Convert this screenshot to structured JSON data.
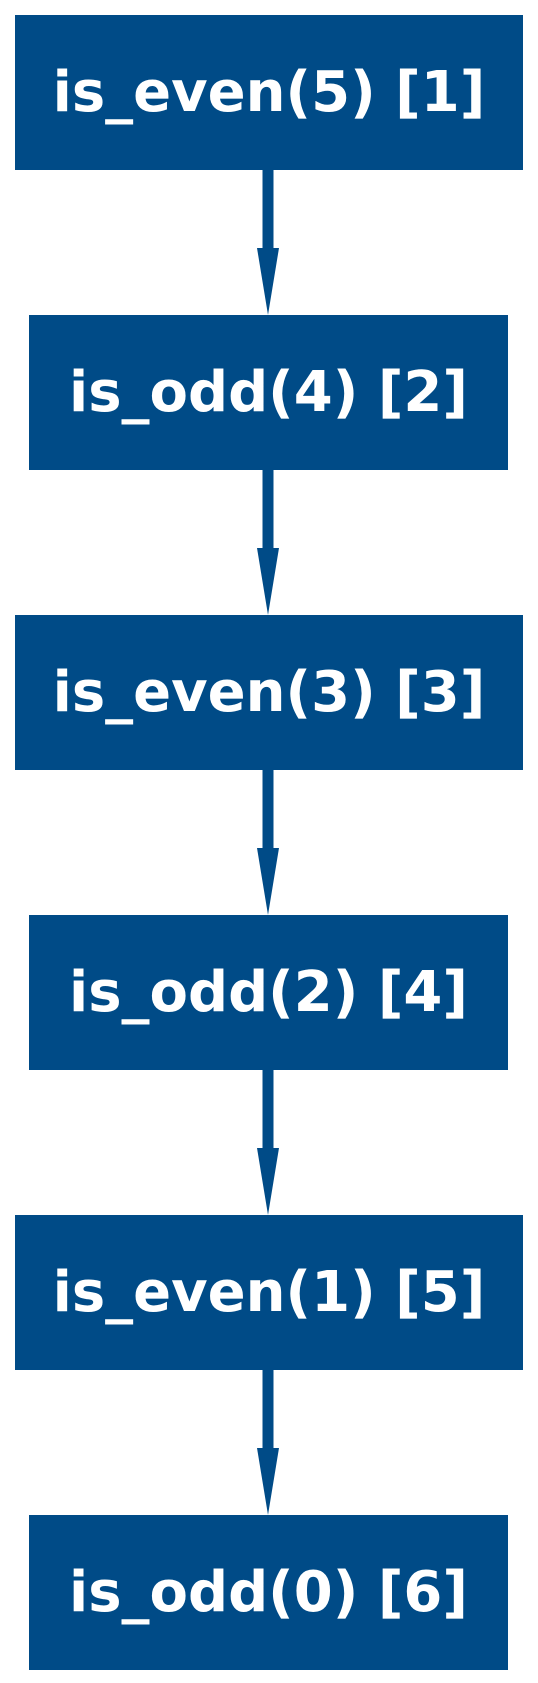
{
  "colors": {
    "node_fill": "#004b87",
    "edge": "#004b87",
    "label": "#ffffff",
    "background": "#ffffff"
  },
  "nodes": [
    {
      "id": "n1",
      "label": "is_even(5) [1]"
    },
    {
      "id": "n2",
      "label": "is_odd(4) [2]"
    },
    {
      "id": "n3",
      "label": "is_even(3) [3]"
    },
    {
      "id": "n4",
      "label": "is_odd(2) [4]"
    },
    {
      "id": "n5",
      "label": "is_even(1) [5]"
    },
    {
      "id": "n6",
      "label": "is_odd(0) [6]"
    }
  ],
  "edges": [
    {
      "from": "n1",
      "to": "n2"
    },
    {
      "from": "n2",
      "to": "n3"
    },
    {
      "from": "n3",
      "to": "n4"
    },
    {
      "from": "n4",
      "to": "n5"
    },
    {
      "from": "n5",
      "to": "n6"
    }
  ]
}
